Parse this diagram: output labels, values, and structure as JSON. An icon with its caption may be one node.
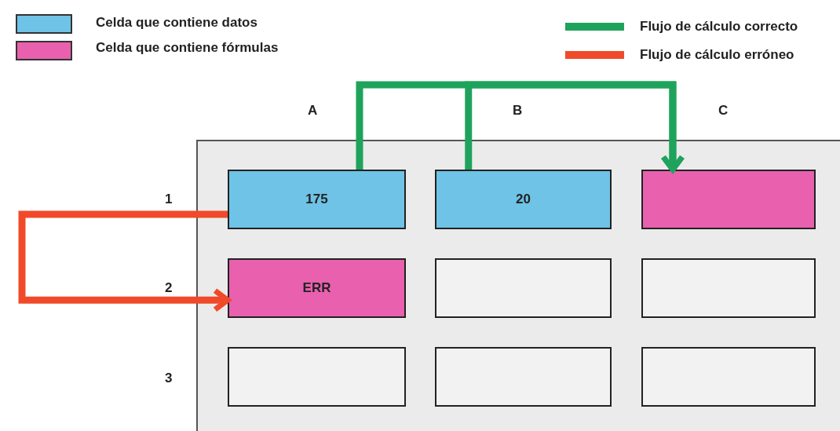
{
  "diagram": {
    "nodes": [
      {
        "text": [],
        "shape": "box"
      },
      {
        "text": [
          "175"
        ],
        "in": 0
      },
      {
        "text": [
          "20"
        ],
        "in": 0
      },
      {
        "text": [],
        "shape": "box",
        "in": 0
      },
      {
        "text": [
          "ERR"
        ],
        "in": 0
      },
      {
        "text": [],
        "shape": "box",
        "in": 0
      },
      {
        "text": [],
        "shape": "box",
        "in": 0
      },
      {
        "text": [],
        "shape": "box",
        "in": 0
      },
      {
        "text": [],
        "shape": "box",
        "in": 0
      },
      {
        "text": [],
        "shape": "box",
        "in": 0
      }
    ],
    "edges": [
      {
        "from": 1,
        "to": 3,
        "arrow": "to",
        "color": "#1fa35c"
      },
      {
        "from": 2,
        "to": 3,
        "arrow": "to",
        "color": "#1fa35c"
      },
      {
        "from": 1,
        "to": 4,
        "arrow": "to",
        "color": "#f04a2a"
      }
    ],
    "labels": [
      "A",
      "B",
      "C",
      "1",
      "2",
      "3"
    ],
    "legend": [
      {
        "text": "Celda que contiene datos",
        "color": "#6ec3e6"
      },
      {
        "text": "Celda que contiene fórmulas",
        "color": "#e860ae"
      },
      {
        "text": "Flujo de cálculo correcto"
      },
      {
        "text": "Flujo de cálculo erróneo"
      }
    ]
  }
}
